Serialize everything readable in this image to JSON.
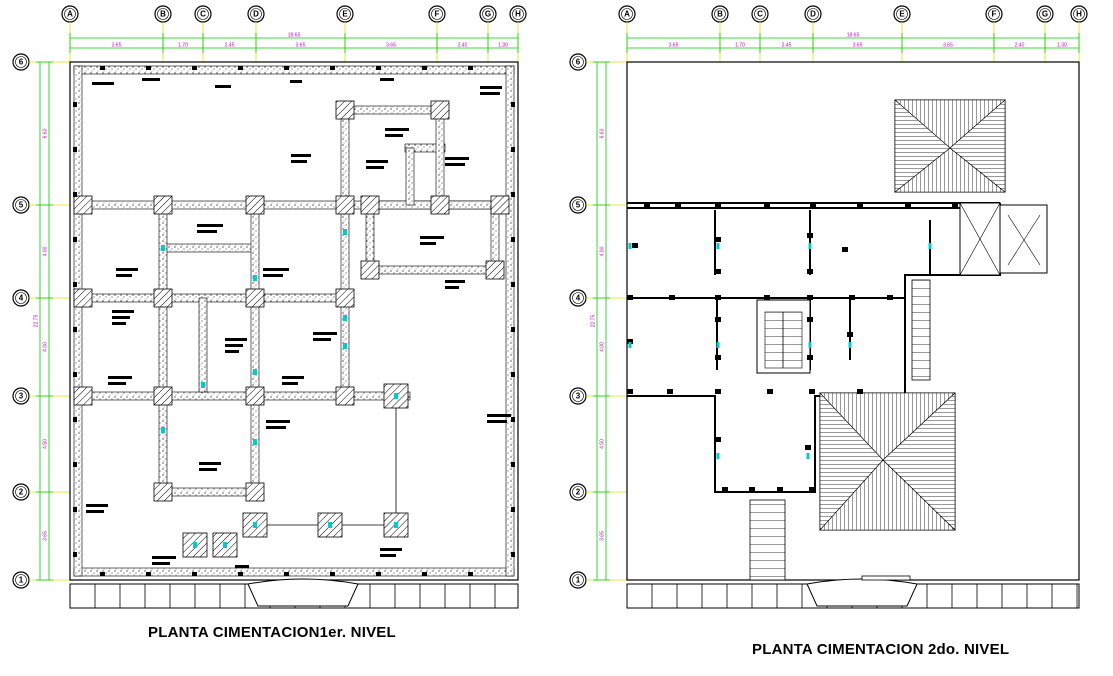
{
  "titles": {
    "left": "PLANTA CIMENTACION1er. NIVEL",
    "right": "PLANTA CIMENTACION 2do. NIVEL"
  },
  "grid": {
    "columns": [
      "A",
      "B",
      "C",
      "D",
      "E",
      "F",
      "G",
      "H"
    ],
    "rows": [
      "6",
      "5",
      "4",
      "3",
      "2",
      "1"
    ]
  },
  "dimensions": {
    "total": "18.65",
    "top": [
      "3.65",
      "1.70",
      "2.45",
      "3.65",
      "3.65",
      "2.40",
      "1.30"
    ],
    "side": [
      "6.60",
      "4.00",
      "4.00",
      "4.50",
      "3.65"
    ],
    "side_total": "22.75"
  },
  "colors": {
    "line": "#000000",
    "dimension": "#00cc00",
    "dimension_text": "#cc00cc",
    "axis": "#e0e000",
    "column_marker": "#00cccc"
  }
}
